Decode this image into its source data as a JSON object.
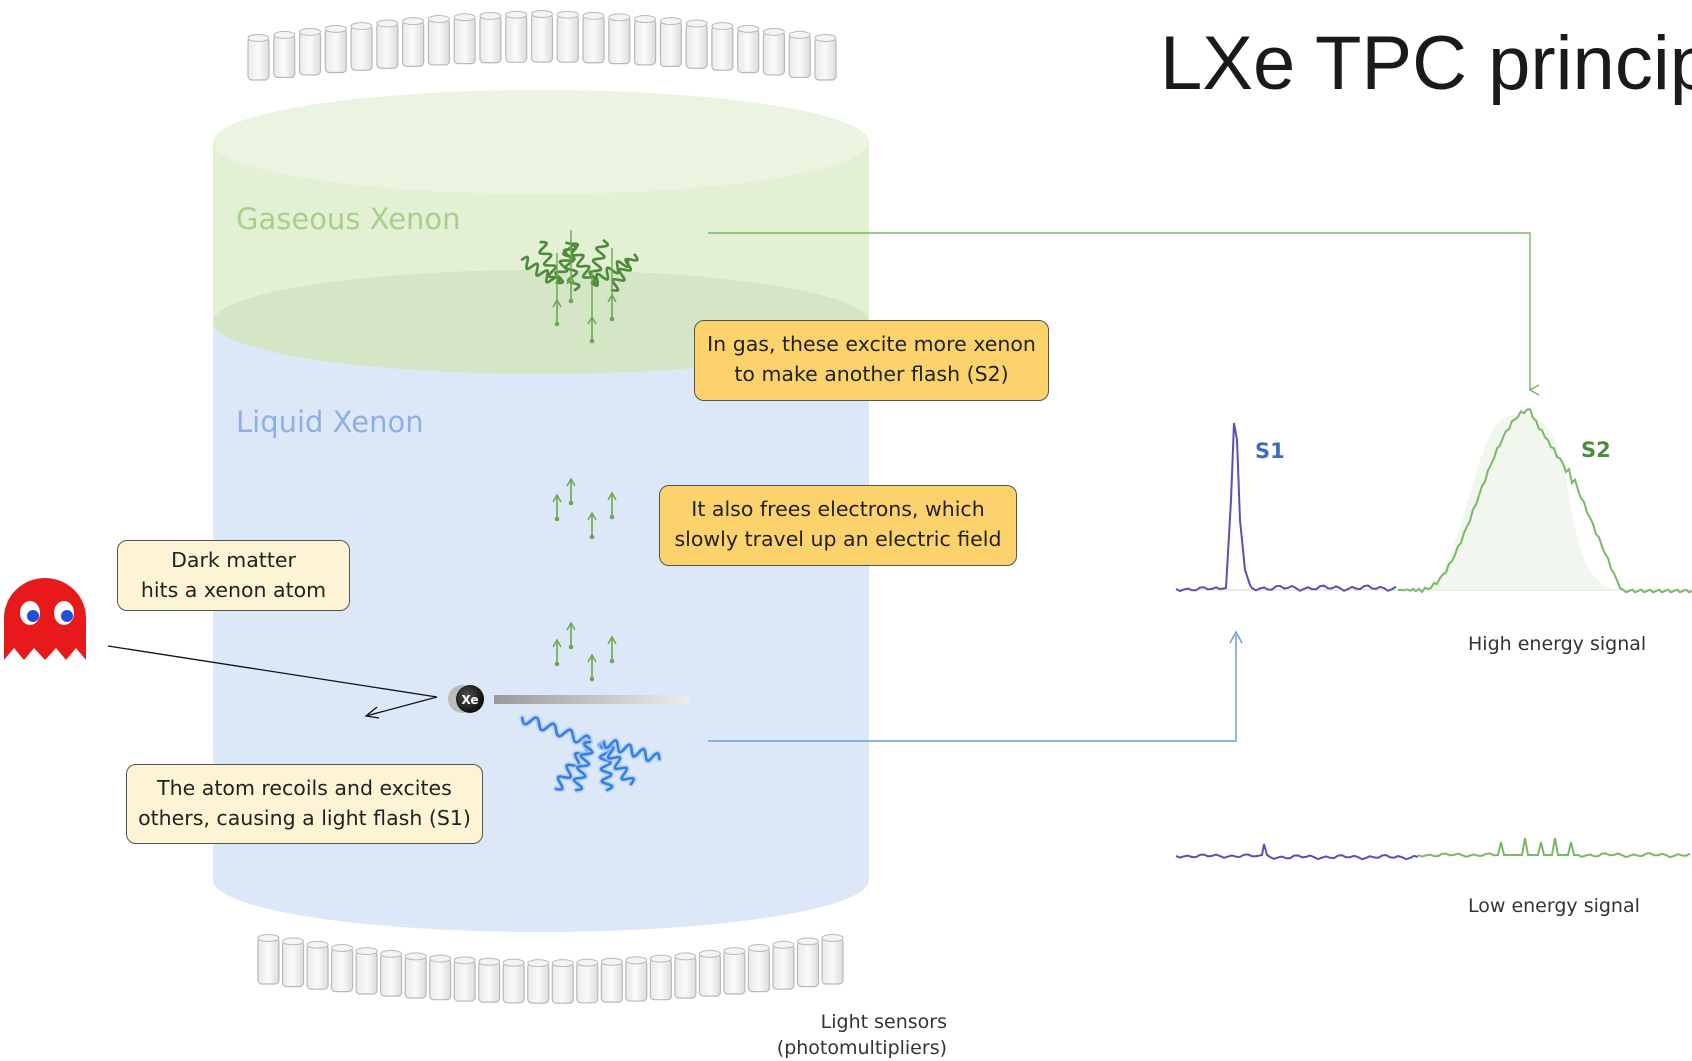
{
  "title": "LXe TPC princip",
  "regions": {
    "gas_label": "Gaseous Xenon",
    "liquid_label": "Liquid Xenon"
  },
  "callouts": {
    "s2": {
      "line1": "In gas, these excite more xenon",
      "line2": "to make another flash (S2)"
    },
    "electrons": {
      "line1": "It also frees electrons, which",
      "line2": "slowly travel up an electric field"
    },
    "dark_matter": {
      "line1": "Dark matter",
      "line2": "hits a xenon atom"
    },
    "s1": {
      "line1": "The atom recoils and excites",
      "line2": "others, causing a light flash (S1)"
    }
  },
  "atom_label": "Xe",
  "signals": {
    "s1_label": "S1",
    "s2_label": "S2",
    "high_energy": "High energy signal",
    "low_energy": "Low energy signal"
  },
  "sensors": {
    "line1": "Light sensors",
    "line2": "(photomultipliers)"
  },
  "colors": {
    "gas": "#e3f0d4",
    "liquid": "#dce8f7",
    "gas_label": "#a9cf8c",
    "liquid_label": "#8fb0e0",
    "s1_trace": "#5b4fb3",
    "s2_trace": "#7bb867",
    "photon_blue": "#3a7fe0",
    "ghost": "#e8191b"
  }
}
